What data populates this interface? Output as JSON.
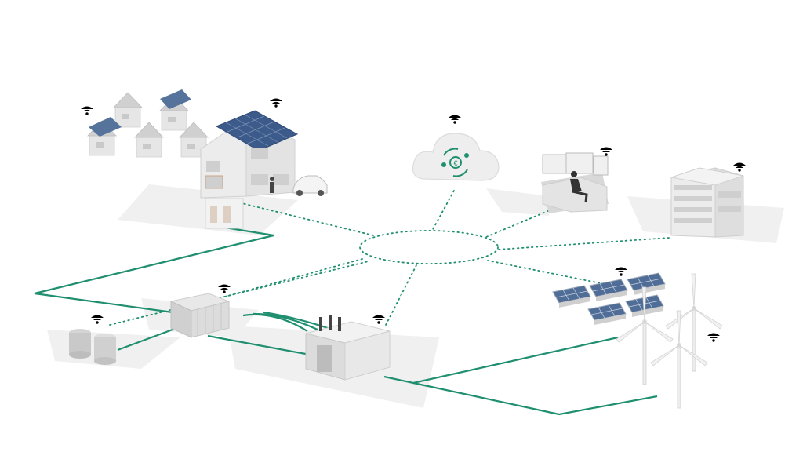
{
  "diagram": {
    "accent_color": "#1f8f70",
    "wall_color": "#e9e9e9",
    "shadow_color": "#dcdcdc",
    "solar_color": "#3c5a8a",
    "nodes": [
      {
        "id": "houses",
        "icon": "house-cluster-icon",
        "wifi": true
      },
      {
        "id": "home-with-battery",
        "icon": "house-solar-ev-icon",
        "wifi": true
      },
      {
        "id": "cloud-market",
        "icon": "cloud-euro-exchange-icon",
        "wifi": true
      },
      {
        "id": "control-center",
        "icon": "operator-workstation-icon",
        "wifi": true
      },
      {
        "id": "office-building",
        "icon": "office-building-icon",
        "wifi": true
      },
      {
        "id": "battery-storage",
        "icon": "battery-tanks-icon",
        "wifi": true
      },
      {
        "id": "container-storage",
        "icon": "storage-container-icon",
        "wifi": true
      },
      {
        "id": "substation",
        "icon": "substation-icon",
        "wifi": true
      },
      {
        "id": "solar-park",
        "icon": "solar-panel-array-icon",
        "wifi": true
      },
      {
        "id": "wind-park",
        "icon": "wind-turbines-icon",
        "wifi": true
      }
    ],
    "links": {
      "communication": "dotted",
      "power": "solid"
    }
  }
}
